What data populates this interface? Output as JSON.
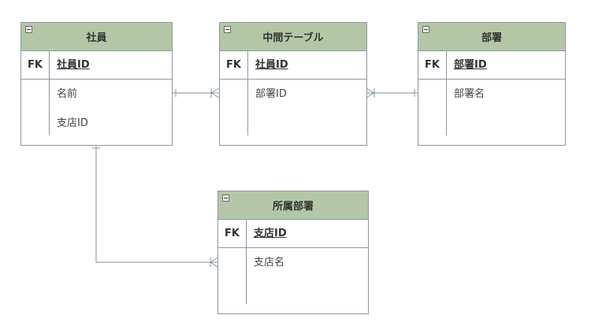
{
  "entities": [
    {
      "title": "社員",
      "key_label": "FK",
      "key": "社員ID",
      "attributes": [
        "名前",
        "支店ID"
      ]
    },
    {
      "title": "中間テーブル",
      "key_label": "FK",
      "key": "社員ID",
      "attributes": [
        "部署ID"
      ]
    },
    {
      "title": "部署",
      "key_label": "FK",
      "key": "部署ID",
      "attributes": [
        "部署名"
      ]
    },
    {
      "title": "所属部署",
      "key_label": "FK",
      "key": "支店ID",
      "attributes": [
        "支店名"
      ]
    }
  ],
  "relations": [
    {
      "from": "社員",
      "to": "中間テーブル",
      "type": "one-to-many"
    },
    {
      "from": "中間テーブル",
      "to": "部署",
      "type": "many-to-one"
    },
    {
      "from": "社員",
      "to": "所属部署",
      "type": "one-to-many"
    }
  ],
  "colors": {
    "header": "#b3c7a7",
    "border": "#8b97a5",
    "connector": "#8191a2"
  }
}
